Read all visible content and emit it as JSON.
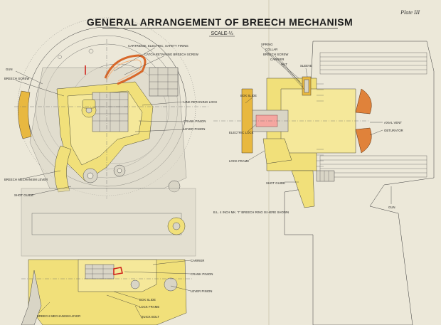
{
  "title": "GENERAL ARRANGEMENT OF BREECH MECHANISM",
  "scale": "SCALE-¼",
  "plate": "Plate III",
  "note": "B.L. 4 INCH MK. \"I\" BREECH RING IS HERE SHOWN",
  "labels": {
    "safety_firing": "CARTRIDGE, ELECTRIC, SAFETY FIRING",
    "catch_retaining": "CATCH RETAINING BREECH SCREW",
    "gun": "GUN",
    "breech_screw": "BREECH SCREW",
    "link_retaining_lock": "LINK RETAINING LOCK",
    "crank_pinion_top": "CRANK PINION",
    "lever_pinion_top": "LEVER PINION",
    "breech_mechanism_lever": "BREECH MECHANISM LEVER",
    "shot_guide_left": "SHOT GUIDE",
    "spring": "SPRING",
    "collar": "COLLAR",
    "breech_screw_right": "BREECH SCREW",
    "carrier": "CARRIER",
    "nut": "NUT",
    "sleeve": "SLEEVE",
    "box_slide": "BOX SLIDE",
    "electric_lock": "ELECTRIC LOCK",
    "lock_frame": "LOCK FRAME",
    "shot_guide_right": "SHOT GUIDE",
    "axial_vent": "AXIAL VENT",
    "obturator": "OBTURATOR",
    "gun_right": "GUN",
    "carrier_bottom": "CARRIER",
    "crank_pinion_bottom": "CRANK PINION",
    "lever_pinion_bottom": "LEVER PINION",
    "box_slide_bottom": "BOX SLIDE",
    "lock_frame_bottom": "LOCK FRAME",
    "quick_bolt": "QUICK BOLT",
    "breech_mechanism_lever_bottom": "BREECH MECHANISM LEVER"
  }
}
